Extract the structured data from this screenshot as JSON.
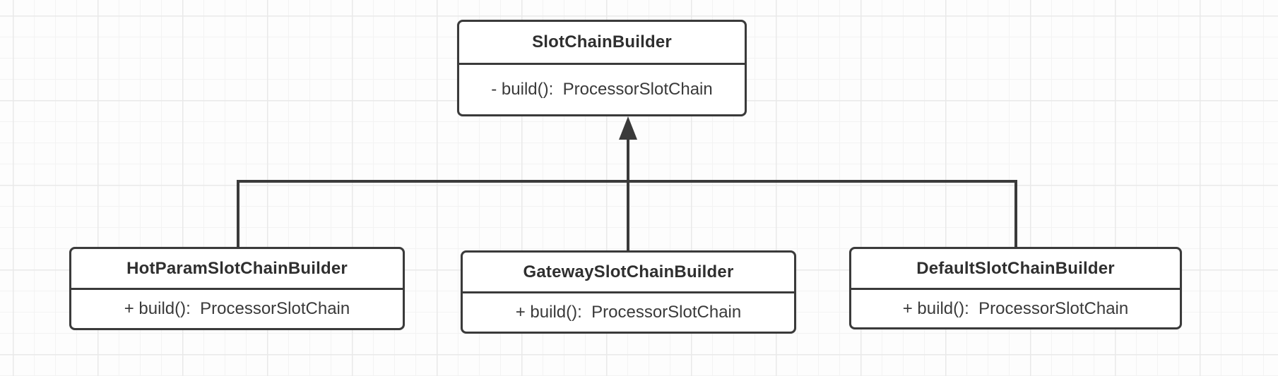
{
  "diagram": {
    "type": "uml-class-diagram",
    "classes": {
      "parent": {
        "name": "SlotChainBuilder",
        "method": "- build():  ProcessorSlotChain"
      },
      "children": [
        {
          "name": "HotParamSlotChainBuilder",
          "method": "+ build():  ProcessorSlotChain"
        },
        {
          "name": "GatewaySlotChainBuilder",
          "method": "+ build():  ProcessorSlotChain"
        },
        {
          "name": "DefaultSlotChainBuilder",
          "method": "+ build():  ProcessorSlotChain"
        }
      ]
    },
    "relationship": "generalization-arrow-pointing-to-parent",
    "colors": {
      "line": "#3a3a3a",
      "box_border": "#3a3a3a",
      "box_fill": "#ffffff",
      "text": "#333333",
      "background": "#fdfdfd",
      "grid_minor": "#f3f3f3",
      "grid_major": "#e9e9e9"
    }
  }
}
